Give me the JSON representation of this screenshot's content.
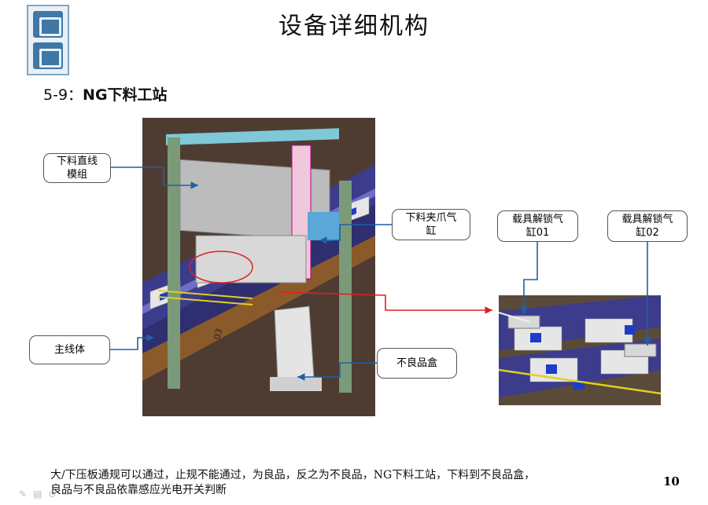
{
  "page": {
    "title": "设备详细机构",
    "section_number": "5-9：",
    "section_bold": "NG",
    "section_rest": "下料工站",
    "page_number": "10"
  },
  "callouts": {
    "linear_module": "下料直线\n模组",
    "gripper_cylinder": "下料夹爪气\n缸",
    "unlock_cylinder_01": "载具解锁气\n缸01",
    "unlock_cylinder_02": "载具解锁气\n缸02",
    "main_line": "主线体",
    "ng_box": "不良品盒"
  },
  "footer": {
    "line1": "大/下压板通规可以通过，止规不能通过，为良品，反之为不良品，NG下料工站，下料到不良品盒，",
    "line2": "良品与不良品依靠感应光电开关判断"
  },
  "toolbar": {
    "icons": [
      "pen-icon",
      "slides-icon",
      "zoom-icon",
      "more-icon"
    ]
  },
  "colors": {
    "callout_line": "#1f5fa8",
    "detail_arrow": "#e02020",
    "frame_green": "#7a9a7a",
    "rail_blue": "#5a5ab0",
    "floor_brown": "#5a4436"
  }
}
